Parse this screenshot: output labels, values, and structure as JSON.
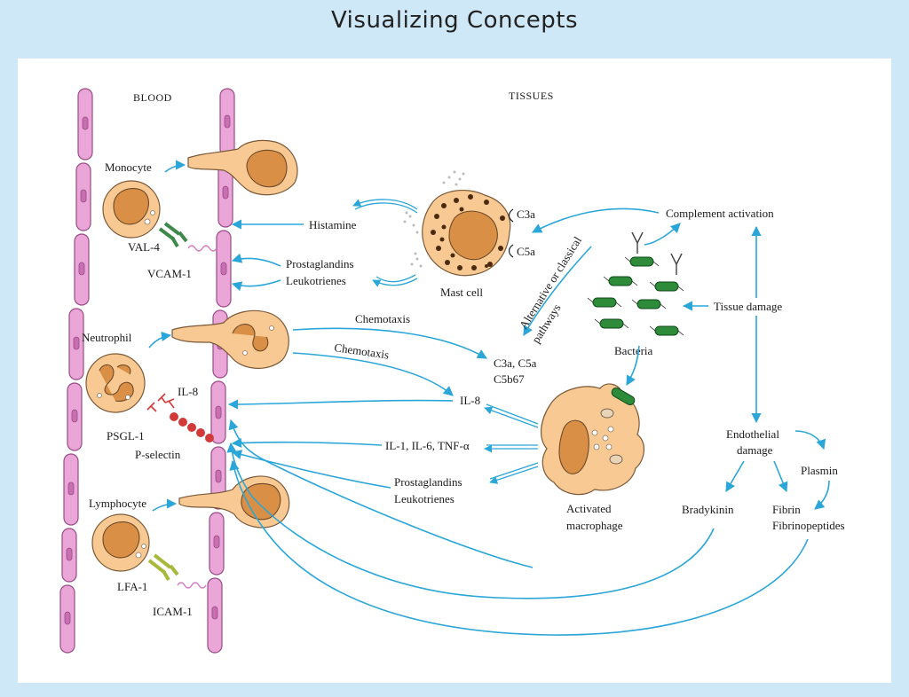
{
  "page": {
    "title": "Visualizing Concepts"
  },
  "regions": {
    "blood": "BLOOD",
    "tissues": "TISSUES"
  },
  "cells": {
    "monocyte": "Monocyte",
    "neutrophil": "Neutrophil",
    "lymphocyte": "Lymphocyte",
    "mast_cell": "Mast cell",
    "bacteria": "Bacteria",
    "macrophage_line1": "Activated",
    "macrophage_line2": "macrophage"
  },
  "adhesion": {
    "val4": "VAL-4",
    "vcam1": "VCAM-1",
    "il8": "IL-8",
    "psgl1": "PSGL-1",
    "p_selectin": "P-selectin",
    "lfa1": "LFA-1",
    "icam1": "ICAM-1"
  },
  "mediators": {
    "histamine": "Histamine",
    "prostaglandins_1": "Prostaglandins",
    "leukotrienes_1": "Leukotrienes",
    "chemotaxis_1": "Chemotaxis",
    "chemotaxis_2": "Chemotaxis",
    "c3a_c5a": "C3a, C5a",
    "c5b67": "C5b67",
    "il8_tissue": "IL-8",
    "cytokines": "IL-1, IL-6, TNF-α",
    "prostaglandins_2": "Prostaglandins",
    "leukotrienes_2": "Leukotrienes",
    "c3a_mast": "C3a",
    "c5a_mast": "C5a"
  },
  "pathway": {
    "complement": "Complement activation",
    "alt_pathways_line1": "Alternative or classical",
    "alt_pathways_line2": "pathways",
    "tissue_damage": "Tissue damage",
    "endothelial_line1": "Endothelial",
    "endothelial_line2": "damage",
    "plasmin": "Plasmin",
    "bradykinin": "Bradykinin",
    "fibrin": "Fibrin",
    "fibrinopeptides": "Fibrinopeptides"
  },
  "colors": {
    "background": "#cfe8f7",
    "arrow": "#2aa6d8",
    "vessel": "#e9a6d6",
    "cell": "#f8c992",
    "nucleus": "#d98f45",
    "bacteria": "#2e8b3a"
  }
}
